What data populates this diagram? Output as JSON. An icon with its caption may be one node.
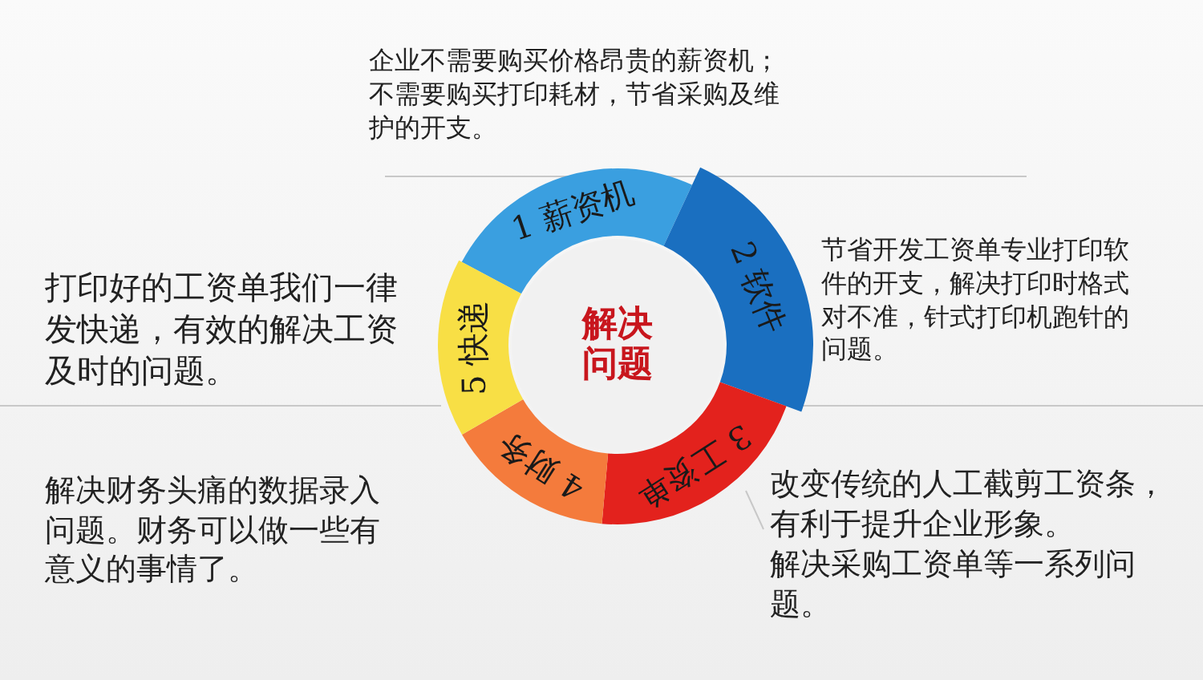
{
  "diagram": {
    "nodes": [
      {
        "text": [
          "解决问题"
        ]
      },
      {
        "text": [
          "1 薪资机"
        ]
      },
      {
        "text": [
          "2 软件"
        ]
      },
      {
        "text": [
          "3 工资单"
        ]
      },
      {
        "text": [
          "4 财务"
        ]
      },
      {
        "text": [
          "5 快递"
        ]
      }
    ],
    "labels": [
      "企业不需要购买价格昂贵的薪资机；不需要购买打印耗材，节省采购及维护的开支。",
      "节省开发工资单专业打印软件的开支，解决打印时格式对不准，针式打印机跑针的问题。",
      "打印好的工资单我们一律发快递，有效的解决工资及时的问题。",
      "解决财务头痛的数据录入问题。财务可以做一些有意义的事情了。",
      "改变传统的人工截剪工资条，有利于提升企业形象。",
      "解决采购工资单等一系列问题。"
    ]
  }
}
